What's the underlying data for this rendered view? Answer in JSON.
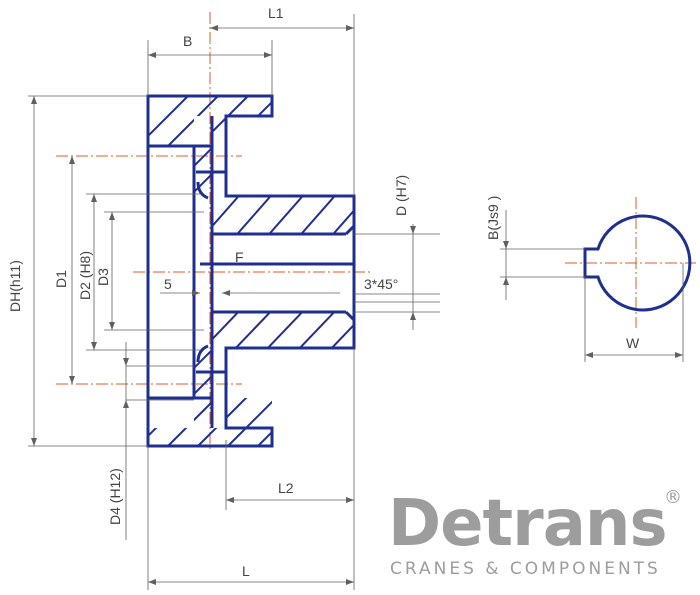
{
  "labels": {
    "l1": "L1",
    "b": "B",
    "dh": "DH",
    "dh_tol": "(h11)",
    "d1": "D1",
    "d2": "D2 (H8)",
    "d3": "D3",
    "d_h7": "D (H7)",
    "f": "F",
    "five": "5",
    "chamfer": "3*45°",
    "l2": "L2",
    "l": "L",
    "d4": "D4 (H12)",
    "b_js9": "B(Js9 )",
    "w": "W"
  },
  "logo": {
    "name": "Detrans",
    "tagline": "CRANES & COMPONENTS",
    "registered": "®"
  },
  "colors": {
    "outline": "#1f2f8f",
    "centerline": "#e25b2a",
    "dimension": "#606060",
    "logo": "#9d9d9d"
  }
}
